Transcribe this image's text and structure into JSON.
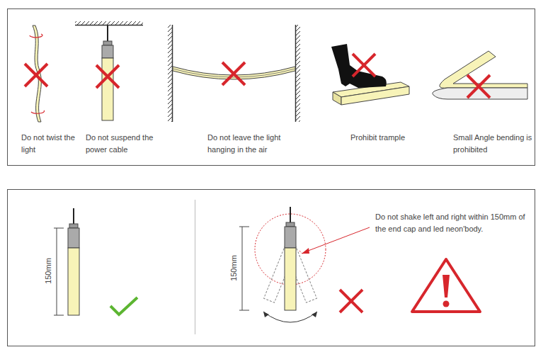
{
  "diagram": {
    "labels": [
      "Do not twist the light",
      "Do not suspend the power cable",
      "Do not leave the light hanging in the air",
      "Prohibit trample",
      "Small Angle bending is prohibited",
      "150mm",
      "150mm",
      "Do not shake left and right within 150mm of the end cap and led neon'body."
    ]
  }
}
